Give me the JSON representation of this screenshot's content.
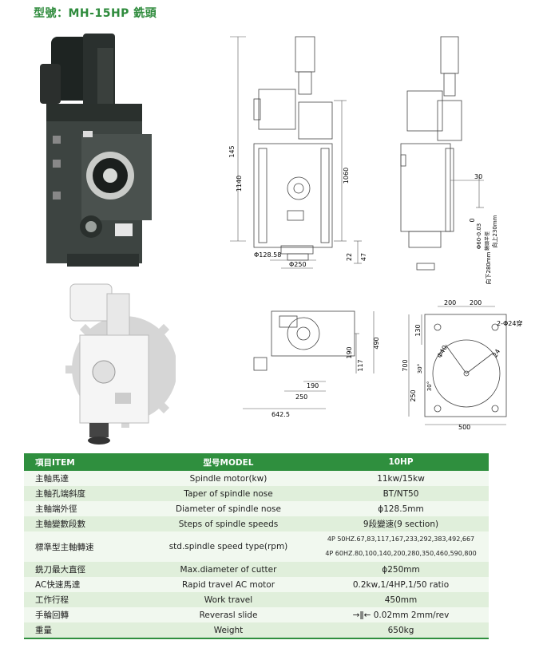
{
  "header": {
    "title": "型號：MH-15HP 銑頭"
  },
  "drawing_front": {
    "dims": [
      "145",
      "1140",
      "1060",
      "Φ128.58",
      "22",
      "47",
      "Φ250"
    ]
  },
  "drawing_side": {
    "dims": [
      "30",
      "0",
      "Φ60-0.03",
      "鏡頭半徑",
      "向上230mm",
      "向下280mm"
    ]
  },
  "drawing_top": {
    "dims": [
      "190",
      "117",
      "490",
      "190",
      "250",
      "642.5"
    ]
  },
  "drawing_plan": {
    "dims": [
      "200",
      "200",
      "2-Φ24穿",
      "130",
      "Φ40",
      "24",
      "700",
      "30°",
      "250",
      "30°",
      "500"
    ]
  },
  "spec_table": {
    "headers": [
      "項目ITEM",
      "型号MODEL",
      "10HP"
    ],
    "rows": [
      {
        "zh": "主軸馬達",
        "en": "Spindle motor(kw)",
        "val": "11kw/15kw"
      },
      {
        "zh": "主軸孔端斜度",
        "en": "Taper of spindle nose",
        "val": "BT/NT50"
      },
      {
        "zh": "主軸端外徑",
        "en": "Diameter of spindle nose",
        "val": "ϕ128.5mm"
      },
      {
        "zh": "主軸變數段數",
        "en": "Steps of spindle speeds",
        "val": "9段變速(9 section)"
      },
      {
        "zh": "標準型主軸轉速",
        "en": "std.spindle speed type(rpm)",
        "val1": "4P 50HZ.67,83,117,167,233,292,383,492,667",
        "val2": "4P 60HZ.80,100,140,200,280,350,460,590,800"
      },
      {
        "zh": "銑刀最大直徑",
        "en": "Max.diameter of cutter",
        "val": "ϕ250mm"
      },
      {
        "zh": "AC快速馬達",
        "en": "Rapid travel AC motor",
        "val": "0.2kw,1/4HP,1/50 ratio"
      },
      {
        "zh": "工作行程",
        "en": "Work travel",
        "val": "450mm"
      },
      {
        "zh": "手輪回轉",
        "en": "Reverasl slide",
        "val": "→ǁ← 0.02mm  2mm/rev"
      },
      {
        "zh": "重量",
        "en": "Weight",
        "val": "650kg"
      }
    ]
  }
}
